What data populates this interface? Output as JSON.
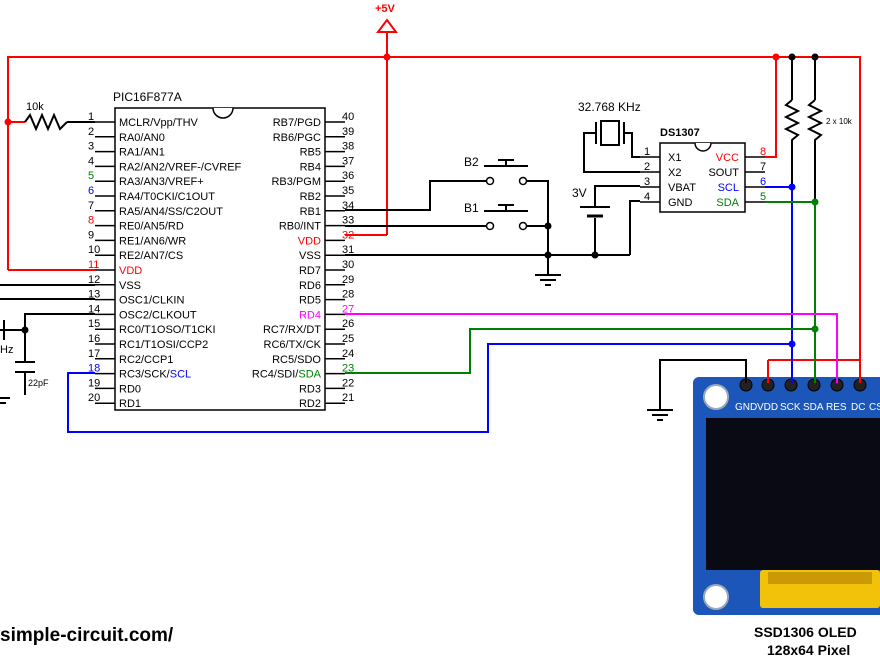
{
  "colors": {
    "red": "#ff0000",
    "blue": "#0000ff",
    "green": "#008000",
    "magenta": "#ff00ff",
    "oled_board": "#1c56b8",
    "oled_screen": "#0a0a14",
    "oled_ribbon": "#f2c20a"
  },
  "supply": {
    "label": "+5V"
  },
  "resistor_mclr": {
    "label": "10k"
  },
  "crystal_clock": {
    "label": "32.768 KHz"
  },
  "battery": {
    "label": "3V"
  },
  "pullups": {
    "label": "2 x 10k"
  },
  "osc_labels": {
    "freq_partial": "Hz",
    "cap": "22pF"
  },
  "buttons": {
    "b2": "B2",
    "b1": "B1"
  },
  "mcu": {
    "name": "PIC16F877A",
    "left_pins": [
      {
        "num": "1",
        "label": "MCLR/Vpp/THV"
      },
      {
        "num": "2",
        "label": "RA0/AN0"
      },
      {
        "num": "3",
        "label": "RA1/AN1"
      },
      {
        "num": "4",
        "label": "RA2/AN2/VREF-/CVREF"
      },
      {
        "num": "5",
        "label": "RA3/AN3/VREF+"
      },
      {
        "num": "6",
        "label": "RA4/T0CKI/C1OUT"
      },
      {
        "num": "7",
        "label": "RA5/AN4/SS/C2OUT"
      },
      {
        "num": "8",
        "label": "RE0/AN5/RD"
      },
      {
        "num": "9",
        "label": "RE1/AN6/WR"
      },
      {
        "num": "10",
        "label": "RE2/AN7/CS"
      },
      {
        "num": "11",
        "label": "VDD"
      },
      {
        "num": "12",
        "label": "VSS"
      },
      {
        "num": "13",
        "label": "OSC1/CLKIN"
      },
      {
        "num": "14",
        "label": "OSC2/CLKOUT"
      },
      {
        "num": "15",
        "label": "RC0/T1OSO/T1CKI"
      },
      {
        "num": "16",
        "label": "RC1/T1OSI/CCP2"
      },
      {
        "num": "17",
        "label": "RC2/CCP1"
      },
      {
        "num": "18",
        "label": "RC3/SCK/SCL"
      },
      {
        "num": "19",
        "label": "RD0"
      },
      {
        "num": "20",
        "label": "RD1"
      }
    ],
    "right_pins": [
      {
        "num": "40",
        "label": "RB7/PGD"
      },
      {
        "num": "39",
        "label": "RB6/PGC"
      },
      {
        "num": "38",
        "label": "RB5"
      },
      {
        "num": "37",
        "label": "RB4"
      },
      {
        "num": "36",
        "label": "RB3/PGM"
      },
      {
        "num": "35",
        "label": "RB2"
      },
      {
        "num": "34",
        "label": "RB1"
      },
      {
        "num": "33",
        "label": "RB0/INT"
      },
      {
        "num": "32",
        "label": "VDD"
      },
      {
        "num": "31",
        "label": "VSS"
      },
      {
        "num": "30",
        "label": "RD7"
      },
      {
        "num": "29",
        "label": "RD6"
      },
      {
        "num": "28",
        "label": "RD5"
      },
      {
        "num": "27",
        "label": "RD4"
      },
      {
        "num": "26",
        "label": "RC7/RX/DT"
      },
      {
        "num": "25",
        "label": "RC6/TX/CK"
      },
      {
        "num": "24",
        "label": "RC5/SDO"
      },
      {
        "num": "23",
        "label": "RC4/SDI/SDA"
      },
      {
        "num": "22",
        "label": "RD3"
      },
      {
        "num": "21",
        "label": "RD2"
      }
    ]
  },
  "rtc": {
    "name": "DS1307",
    "left_pins": [
      {
        "num": "1",
        "label": "X1"
      },
      {
        "num": "2",
        "label": "X2"
      },
      {
        "num": "3",
        "label": "VBAT"
      },
      {
        "num": "4",
        "label": "GND"
      }
    ],
    "right_pins": [
      {
        "num": "8",
        "label": "VCC"
      },
      {
        "num": "7",
        "label": "SOUT"
      },
      {
        "num": "6",
        "label": "SCL"
      },
      {
        "num": "5",
        "label": "SDA"
      }
    ]
  },
  "oled": {
    "pins": [
      "GND",
      "VDD",
      "SCK",
      "SDA",
      "RES",
      "DC",
      "CS"
    ],
    "title_line1": "SSD1306 OLED",
    "title_line2": "128x64 Pixel"
  },
  "footer": {
    "site": "simple-circuit.com/"
  }
}
